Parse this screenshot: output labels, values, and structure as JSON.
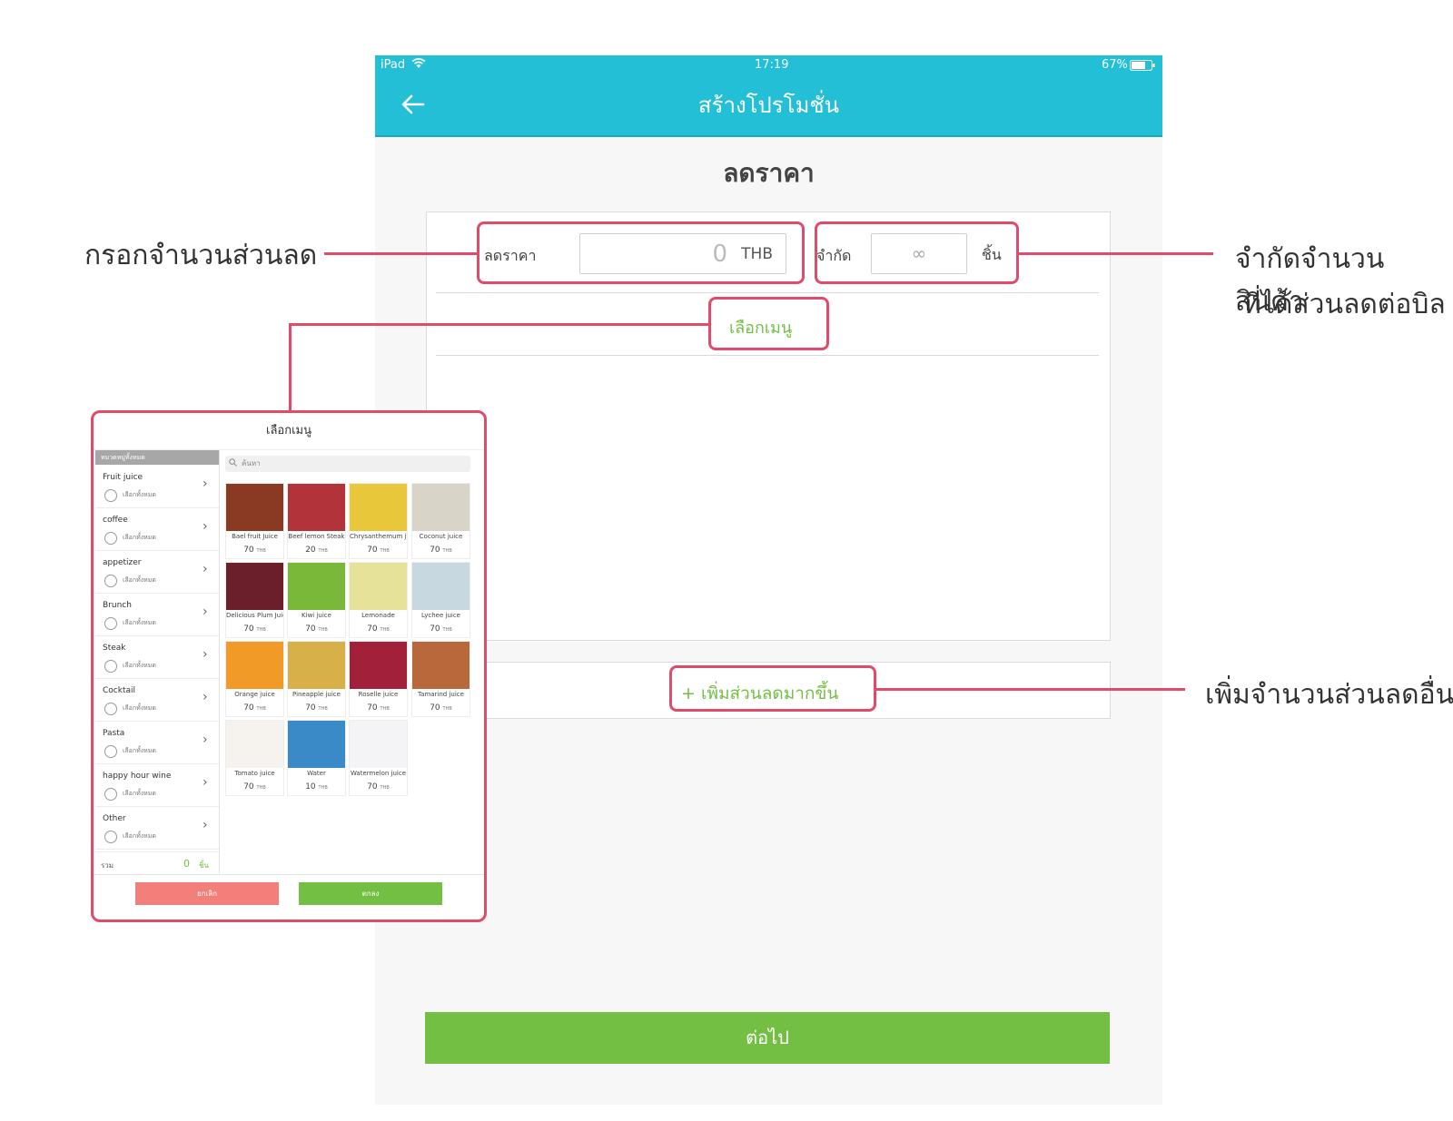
{
  "status_bar": {
    "device": "iPad",
    "time": "17:19",
    "battery": "67%"
  },
  "nav": {
    "title": "สร้างโปรโมชั่น"
  },
  "section_title": "ลดราคา",
  "discount": {
    "label": "ลดราคา",
    "value": "0",
    "unit": "THB"
  },
  "limit": {
    "label": "จำกัด",
    "placeholder": "∞",
    "unit": "ชิ้น"
  },
  "select_menu_button": "เลือกเมนู",
  "add_more_button": "+ เพิ่มส่วนลดมากขึ้น",
  "next_button": "ต่อไป",
  "annotations": {
    "discount_amount": "กรอกจำนวนส่วนลด",
    "limit_line1": "จำกัดจำนวนสินค้า",
    "limit_line2": "ที่ได้ส่วนลดต่อบิล",
    "add_more": "เพิ่มจำนวนส่วนลดอื่นๆ"
  },
  "popup": {
    "title": "เลือกเมนู",
    "category_header": "หมวดหมู่ทั้งหมด",
    "select_all_label": "เลือกทั้งหมด",
    "categories": [
      "Fruit juice",
      "coffee",
      "appetizer",
      "Brunch",
      "Steak",
      "Cocktail",
      "Pasta",
      "happy hour wine",
      "Other"
    ],
    "total_label": "รวม",
    "total_count": "0",
    "total_unit": "ชิ้น",
    "search_placeholder": "ค้นหา",
    "currency": "THB",
    "items": [
      {
        "name": "Bael fruit  Juice",
        "price": "70",
        "color": "#8a3a22"
      },
      {
        "name": "Beef lemon Steak",
        "price": "20",
        "color": "#b2343a"
      },
      {
        "name": "Chrysanthemum juice",
        "price": "70",
        "color": "#e8c83a"
      },
      {
        "name": "Coconut juice",
        "price": "70",
        "color": "#d8d4c8"
      },
      {
        "name": "Delicious Plum Juice Recipes",
        "price": "70",
        "color": "#6b1f2a"
      },
      {
        "name": "Kiwi juice",
        "price": "70",
        "color": "#7ab83a"
      },
      {
        "name": "Lemonade",
        "price": "70",
        "color": "#e6e29a"
      },
      {
        "name": "Lychee juice",
        "price": "70",
        "color": "#c8d8e0"
      },
      {
        "name": "Orange juice",
        "price": "70",
        "color": "#f29a28"
      },
      {
        "name": "Pineapple juice",
        "price": "70",
        "color": "#d8b04a"
      },
      {
        "name": "Roselle juice",
        "price": "70",
        "color": "#a3203a"
      },
      {
        "name": "Tamarind juice",
        "price": "70",
        "color": "#b8683a"
      },
      {
        "name": "Tomato juice",
        "price": "70",
        "color": "#f6f2ee"
      },
      {
        "name": "Water",
        "price": "10",
        "color": "#3a8ac8"
      },
      {
        "name": "Watermelon juice",
        "price": "70",
        "color": "#f4f4f6"
      }
    ],
    "cancel_button": "ยกเลิก",
    "ok_button": "ตกลง"
  },
  "colors": {
    "header": "#23bfd6",
    "accent_green": "#72bf44",
    "callout_red": "#e04b6c",
    "cancel_red": "#f37f7a"
  }
}
